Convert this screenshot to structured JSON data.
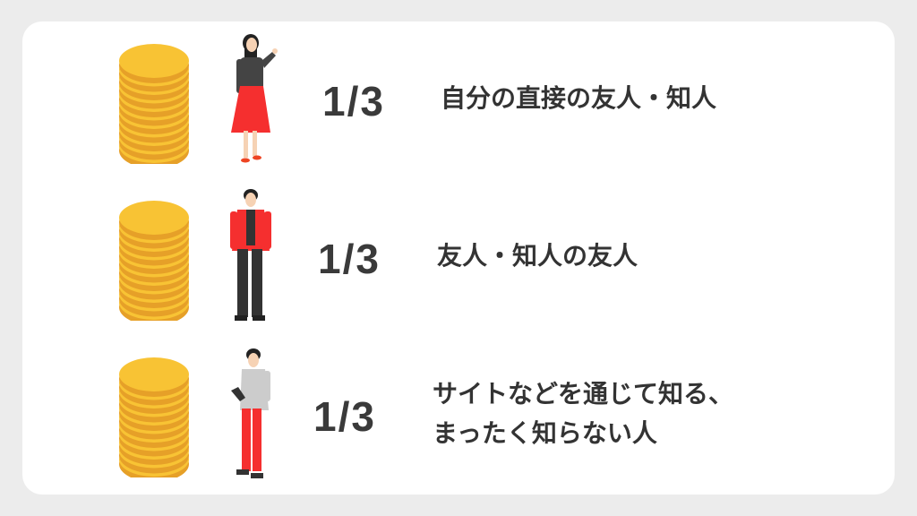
{
  "colors": {
    "coin_top": "#F8C334",
    "coin_edge": "#E6A028",
    "red": "#F52F2F",
    "dark": "#444444",
    "gray_shirt": "#CCCCCC"
  },
  "rows": [
    {
      "fraction": "1/3",
      "label": "自分の直接の友人・知人",
      "person": "woman-red-skirt"
    },
    {
      "fraction": "1/3",
      "label": "友人・知人の友人",
      "person": "man-red-jacket"
    },
    {
      "fraction": "1/3",
      "label_line1": "サイトなどを通じて知る、",
      "label_line2": "まったく知らない人",
      "person": "man-with-phone"
    }
  ]
}
